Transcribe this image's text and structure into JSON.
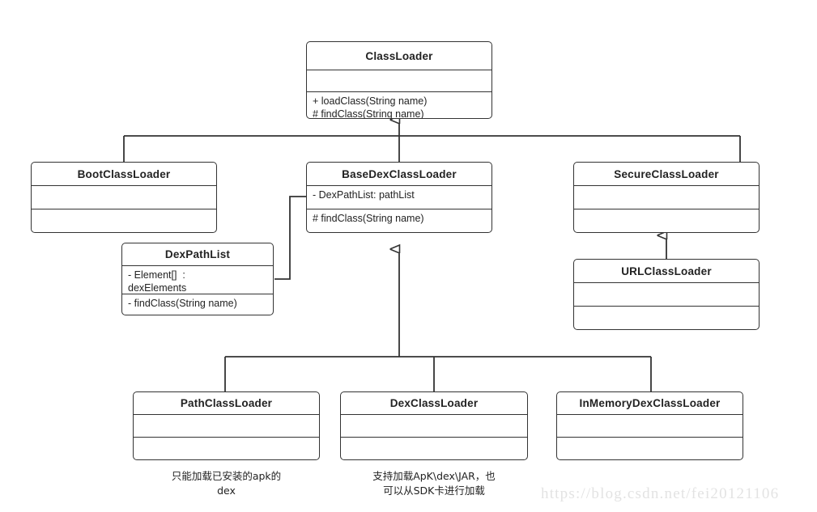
{
  "diagram": {
    "title": "Android ClassLoader hierarchy UML class diagram",
    "line_color": "#333333",
    "text_color": "#222222",
    "background": "#ffffff",
    "watermark": "https://blog.csdn.net/fei20121106",
    "watermark_color": "#e3e3e3"
  },
  "classes": {
    "class_loader": {
      "name": "ClassLoader",
      "attributes": [],
      "methods": [
        "+ loadClass(String name)",
        "# findClass(String name)"
      ]
    },
    "boot_class_loader": {
      "name": "BootClassLoader",
      "attributes": [],
      "methods": []
    },
    "base_dex_class_loader": {
      "name": "BaseDexClassLoader",
      "attributes": [
        "- DexPathList: pathList"
      ],
      "methods": [
        "# findClass(String name)"
      ]
    },
    "secure_class_loader": {
      "name": "SecureClassLoader",
      "attributes": [],
      "methods": []
    },
    "dex_path_list": {
      "name": "DexPathList",
      "attributes": [
        "- Element[]  :",
        "dexElements"
      ],
      "methods": [
        "- findClass(String name)"
      ]
    },
    "url_class_loader": {
      "name": "URLClassLoader",
      "attributes": [],
      "methods": []
    },
    "path_class_loader": {
      "name": "PathClassLoader",
      "attributes": [],
      "methods": [],
      "caption": [
        "只能加载已安装的apk的",
        "dex"
      ]
    },
    "dex_class_loader": {
      "name": "DexClassLoader",
      "attributes": [],
      "methods": [],
      "caption": [
        "支持加载ApK\\dex\\JAR，也",
        "可以从SDK卡进行加载"
      ]
    },
    "in_memory_dex_class_loader": {
      "name": "InMemoryDexClassLoader",
      "attributes": [],
      "methods": []
    }
  },
  "relations": [
    {
      "from": "BootClassLoader",
      "to": "ClassLoader",
      "type": "generalization"
    },
    {
      "from": "BaseDexClassLoader",
      "to": "ClassLoader",
      "type": "generalization"
    },
    {
      "from": "SecureClassLoader",
      "to": "ClassLoader",
      "type": "generalization"
    },
    {
      "from": "URLClassLoader",
      "to": "SecureClassLoader",
      "type": "generalization"
    },
    {
      "from": "PathClassLoader",
      "to": "BaseDexClassLoader",
      "type": "generalization"
    },
    {
      "from": "DexClassLoader",
      "to": "BaseDexClassLoader",
      "type": "generalization"
    },
    {
      "from": "InMemoryDexClassLoader",
      "to": "BaseDexClassLoader",
      "type": "generalization"
    },
    {
      "from": "BaseDexClassLoader",
      "to": "DexPathList",
      "type": "association"
    }
  ]
}
